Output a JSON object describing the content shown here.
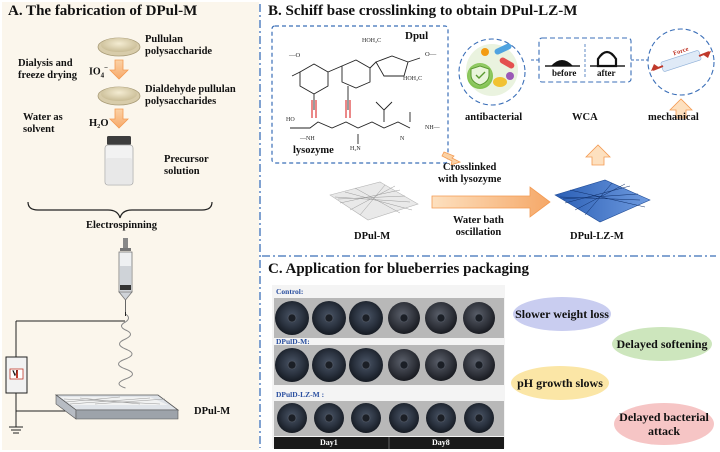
{
  "panel_a": {
    "title": "A. The fabrication of DPul-M",
    "pullulan": "Pullulan\npolysaccharide",
    "dialysis": "Dialysis and\nfreeze drying",
    "reagent1": "IO",
    "reagent1_sub": "4",
    "reagent1_sup": "−",
    "dialdehyde": "Dialdehyde pullulan\npolysaccharides",
    "water": "Water as\nsolvent",
    "reagent2": "H₂O",
    "precursor": "Precursor\nsolution",
    "electrospinning": "Electrospinning",
    "voltmeter": "V",
    "product": "DPul-M"
  },
  "panel_b": {
    "title": "B. Schiff base crosslinking to obtain DPul-LZ-M",
    "dpul": "Dpul",
    "lysozyme": "lysozyme",
    "crosslinked": "Crosslinked\nwith lysozyme",
    "water_bath": "Water bath\noscillation",
    "membrane_left": "DPul-M",
    "membrane_right": "DPul-LZ-M",
    "antibacterial": "antibacterial",
    "wca": "WCA",
    "mechanical": "mechanical",
    "before": "before",
    "after": "after",
    "force": "Force"
  },
  "panel_c": {
    "title": "C. Application for blueberries packaging",
    "rows": [
      "Control:",
      "DPulD-M:",
      "DPulD-LZ-M :"
    ],
    "day1": "Day1",
    "day8": "Day8",
    "benefits": [
      {
        "text": "Slower weight loss",
        "color": "#c9cdf0"
      },
      {
        "text": "Delayed softening",
        "color": "#cde6bd"
      },
      {
        "text": "pH growth slows",
        "color": "#fbe6a6"
      },
      {
        "text": "Delayed bacterial\nattack",
        "color": "#f6c5c5"
      }
    ]
  }
}
